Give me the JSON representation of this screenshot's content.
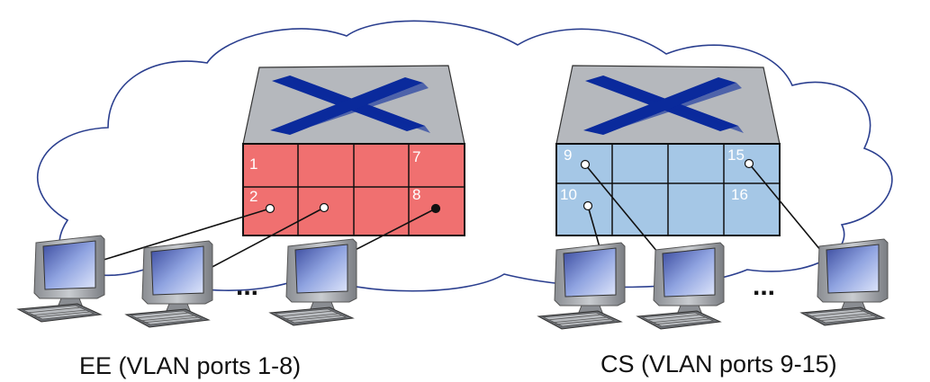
{
  "diagram": {
    "colors": {
      "cloud_stroke": "#2b3f8f",
      "ee_switch_face": "#f07070",
      "cs_switch_face": "#a5c7e6",
      "switch_top": "#b5b8bd",
      "switch_x": "#0a2a9c",
      "link": "#111111"
    },
    "ee": {
      "label": "EE (VLAN ports 1-8)",
      "ports": {
        "p1": "1",
        "p2": "2",
        "p7": "7",
        "p8": "8"
      },
      "ellipsis": "..."
    },
    "cs": {
      "label": "CS (VLAN ports 9-15)",
      "ports": {
        "p9": "9",
        "p10": "10",
        "p15": "15",
        "p16": "16"
      },
      "ellipsis": "..."
    },
    "icons": {
      "switch": "ethernet-switch-icon",
      "computer": "desktop-computer-icon",
      "cloud": "network-cloud-icon"
    }
  }
}
